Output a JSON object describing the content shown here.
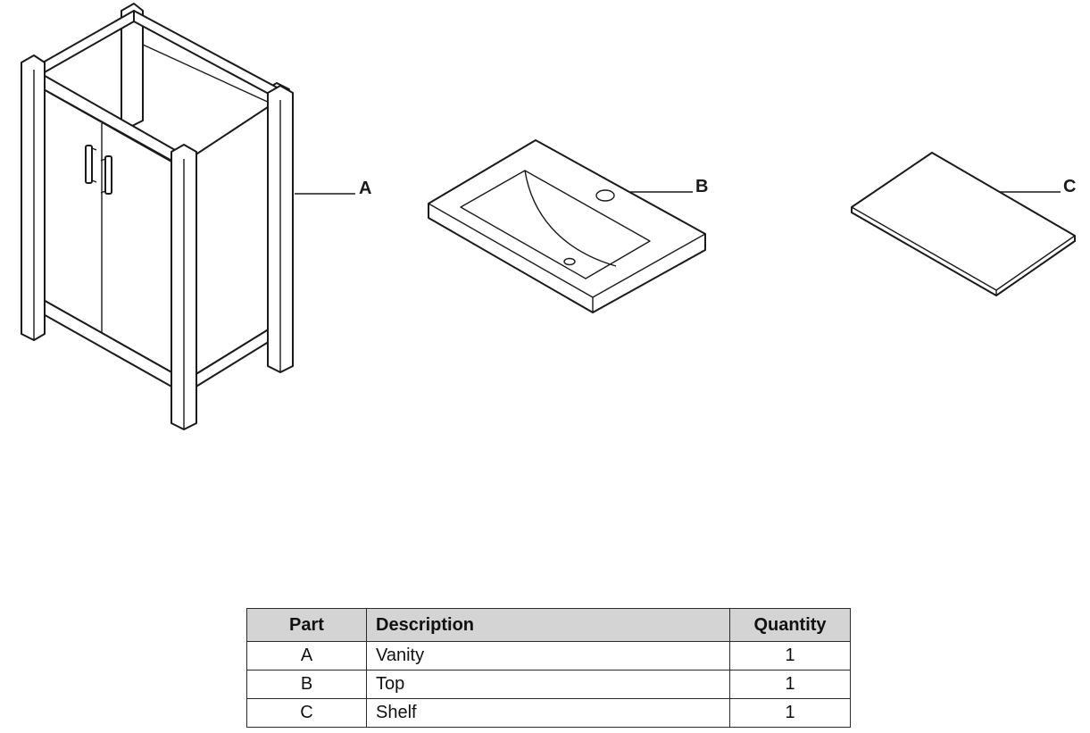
{
  "callouts": {
    "a": "A",
    "b": "B",
    "c": "C"
  },
  "table": {
    "headers": {
      "part": "Part",
      "description": "Description",
      "quantity": "Quantity"
    },
    "rows": [
      {
        "part": "A",
        "description": "Vanity",
        "quantity": "1"
      },
      {
        "part": "B",
        "description": "Top",
        "quantity": "1"
      },
      {
        "part": "C",
        "description": "Shelf",
        "quantity": "1"
      }
    ]
  }
}
